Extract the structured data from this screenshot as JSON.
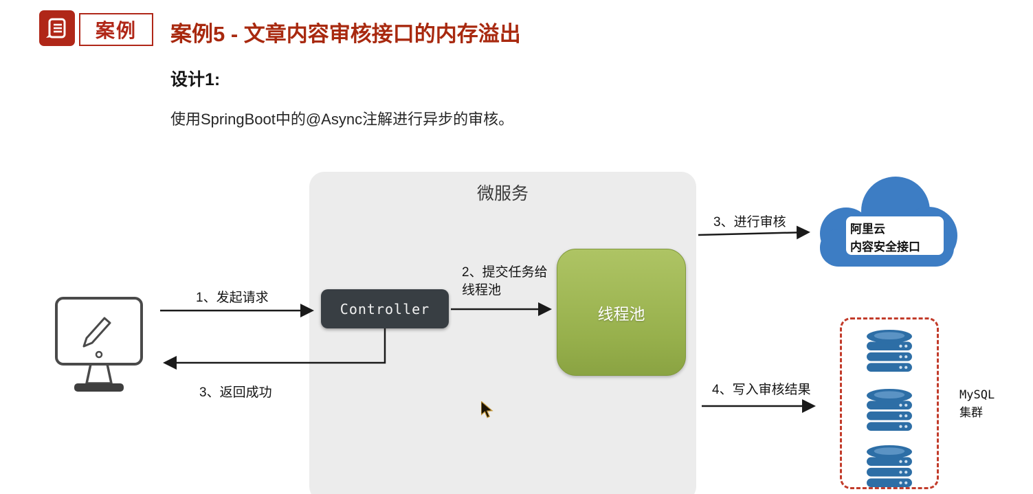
{
  "slide": {
    "badge_label": "案例",
    "title": "案例5 - 文章内容审核接口的内存溢出",
    "subtitle": "设计1:",
    "description": "使用SpringBoot中的@Async注解进行异步的审核。"
  },
  "diagram": {
    "panel_title": "微服务",
    "controller_label": "Controller",
    "thread_pool_label": "线程池",
    "cloud": {
      "line1": "阿里云",
      "line2": "内容安全接口"
    },
    "mysql": {
      "line1": "MySQL",
      "line2": "集群"
    },
    "labels": {
      "request": "1、发起请求",
      "submit_line1": "2、提交任务给",
      "submit_line2": "线程池",
      "return_success": "3、返回成功",
      "audit": "3、进行审核",
      "write_result": "4、写入审核结果"
    },
    "colors": {
      "title_red": "#a8290f",
      "badge_red": "#b02718",
      "panel_gray": "#ececec",
      "controller_dark": "#383e43",
      "thread_pool_green": "#9fb653",
      "cloud_blue": "#3d7dc4",
      "database_blue": "#2d6ea6",
      "cluster_dashed_red": "#c23b2a"
    }
  }
}
